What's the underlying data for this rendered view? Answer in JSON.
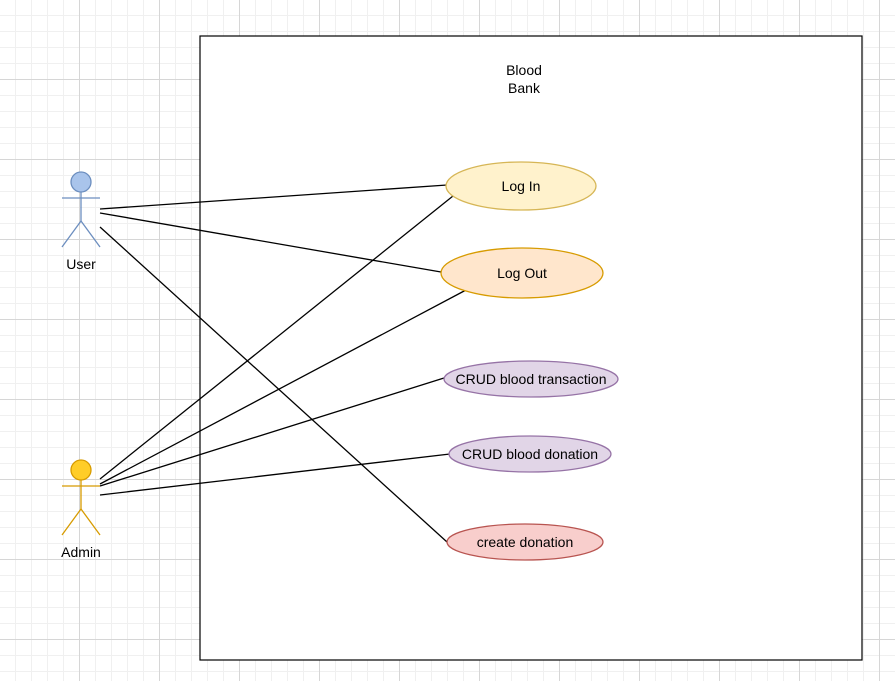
{
  "system": {
    "title_line1": "Blood",
    "title_line2": "Bank"
  },
  "actors": {
    "user": {
      "label": "User",
      "fill": "#a9c4eb",
      "stroke": "#6c8ebf"
    },
    "admin": {
      "label": "Admin",
      "fill": "#ffcd28",
      "stroke": "#d79b00"
    }
  },
  "use_cases": {
    "login": {
      "label": "Log In",
      "fill": "#fff2cc",
      "stroke": "#d6b656"
    },
    "logout": {
      "label": "Log Out",
      "fill": "#ffe6cc",
      "stroke": "#d79b00"
    },
    "crud_transaction": {
      "label": "CRUD blood transaction",
      "fill": "#e1d5e7",
      "stroke": "#9673a6"
    },
    "crud_donation": {
      "label": "CRUD blood donation",
      "fill": "#e1d5e7",
      "stroke": "#9673a6"
    },
    "create_donation": {
      "label": "create donation",
      "fill": "#f8cecc",
      "stroke": "#b85450"
    }
  }
}
